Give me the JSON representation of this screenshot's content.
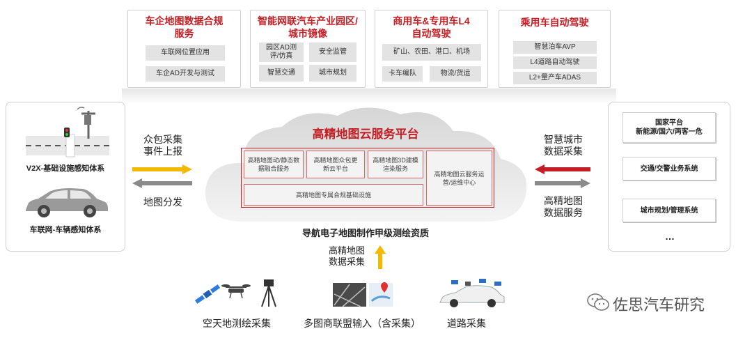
{
  "top_cards": [
    {
      "title": "车企地图数据合规服务",
      "chips": [
        "车联网位置应用",
        "车企AD开发与测试"
      ]
    },
    {
      "title": "智能网联汽车产业园区/城市镜像",
      "chips": [
        "园区AD测评/仿真",
        "安全监管",
        "智慧交通",
        "城市规划"
      ]
    },
    {
      "title": "商用车&专用车L4自动驾驶",
      "chips": [
        "矿山、农田、港口、机场",
        "卡车编队",
        "物流/货运"
      ]
    },
    {
      "title": "乘用车自动驾驶",
      "chips": [
        "智慧泊车AVP",
        "L4道路自动驾驶",
        "L2+量产车ADAS"
      ]
    }
  ],
  "left_panel": {
    "infra_label": "V2X-基础设施感知体系",
    "vehicle_label": "车联网-车辆感知体系"
  },
  "left_arrows": {
    "top_label_1": "众包采集",
    "top_label_2": "事件上报",
    "bottom_label": "地图分发"
  },
  "cloud": {
    "title": "高精地图云服务平台",
    "modules": [
      "高精地图动/静态数据融合服务",
      "高精地图众包更新云平台",
      "高精地图3D建模渲染服务"
    ],
    "ops_center": "高精地图云服务运营/运维中心",
    "infra": "高精地图专属合规基础设施",
    "caption": "导航电子地图制作甲级测绘资质"
  },
  "right_arrows": {
    "top_label_1": "智慧城市",
    "top_label_2": "数据采集",
    "bottom_label_1": "高精地图",
    "bottom_label_2": "数据服务"
  },
  "right_panel": {
    "items": [
      "国家平台\n新能源/国六/两客一危",
      "交通/交警业务系统",
      "城市规划/管理系统"
    ],
    "more": "…"
  },
  "up_arrow": {
    "label_1": "高精地图",
    "label_2": "数据采集"
  },
  "sources": [
    "空天地测绘采集",
    "多图商联盟输入（含采集）",
    "道路采集"
  ],
  "watermark": "佐思汽车研究",
  "colors": {
    "red": "#c41e24",
    "yellow": "#f5b800",
    "gray": "#8a8a8a"
  }
}
